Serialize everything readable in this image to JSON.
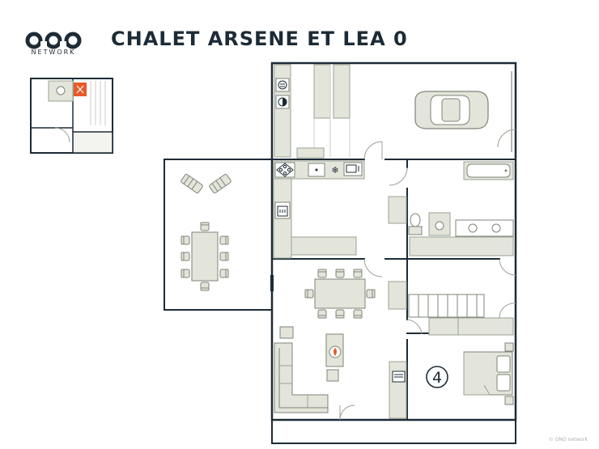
{
  "brand": {
    "logo_text": "NETWORK",
    "logo_icon": "ono-logo-icon"
  },
  "title": "CHALET ARSENE ET LEA 0",
  "room_badge": "4",
  "copyright": "© ONO network",
  "colors": {
    "wall": "#1d2b36",
    "fixture_fill": "#e3e5da",
    "fixture_stroke": "#9aa295",
    "accent": "#e85a2a"
  }
}
